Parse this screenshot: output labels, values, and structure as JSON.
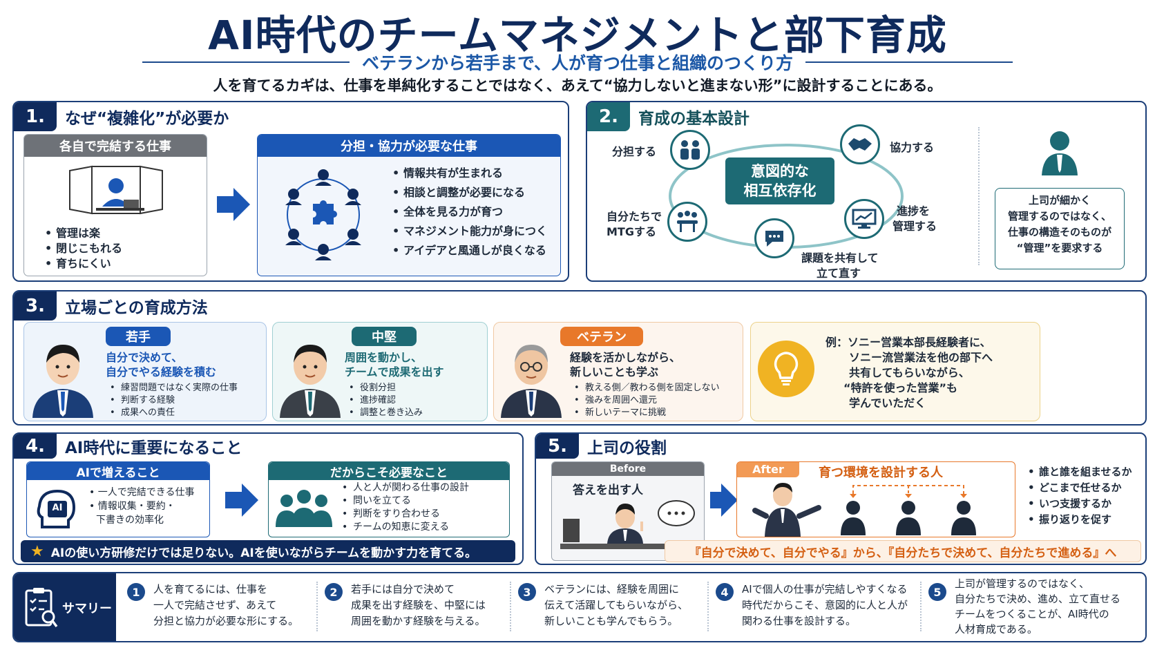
{
  "header": {
    "title": "AI時代のチームマネジメントと部下育成",
    "subtitle": "ベテランから若手まで、人が育つ仕事と組織のつくり方",
    "intro": "人を育てるカギは、仕事を単純化することではなく、あえて“協力しないと進まない形”に設計することにある。"
  },
  "section1": {
    "num": "1.",
    "title": "なぜ“複雑化”が必要か",
    "left_head": "各自で完結する仕事",
    "left_items": [
      "管理は楽",
      "閉じこもれる",
      "育ちにくい"
    ],
    "right_head": "分担・協力が必要な仕事",
    "right_items": [
      "情報共有が生まれる",
      "相談と調整が必要になる",
      "全体を見る力が育つ",
      "マネジメント能力が身につく",
      "アイデアと風通しが良くなる"
    ]
  },
  "section2": {
    "num": "2.",
    "title": "育成の基本設計",
    "center_line1": "意図的な",
    "center_line2": "相互依存化",
    "labels": {
      "share": "分担する",
      "cooperate": "協力する",
      "mtg_1": "自分たちで",
      "mtg_2": "MTGする",
      "progress_1": "進捗を",
      "progress_2": "管理する",
      "issue_1": "課題を共有して",
      "issue_2": "立て直す"
    },
    "boss_text": [
      "上司が細かく",
      "管理するのではなく、",
      "仕事の構造そのものが",
      "“管理”を要求する"
    ]
  },
  "section3": {
    "num": "3.",
    "title": "立場ごとの育成方法",
    "cards": [
      {
        "tag": "若手",
        "title1": "自分で決めて、",
        "title2": "自分でやる経験を積む",
        "items": [
          "練習問題ではなく実際の仕事",
          "判断する経験",
          "成果への責任"
        ]
      },
      {
        "tag": "中堅",
        "title1": "周囲を動かし、",
        "title2": "チームで成果を出す",
        "items": [
          "役割分担",
          "進捗確認",
          "調整と巻き込み"
        ]
      },
      {
        "tag": "ベテラン",
        "title1": "経験を活かしながら、",
        "title2": "新しいことも学ぶ",
        "items": [
          "教える側／教わる側を固定しない",
          "強みを周囲へ還元",
          "新しいテーマに挑戦"
        ]
      }
    ],
    "example": [
      "例：ソニー営業本部長経験者に、",
      "ソニー流営業法を他の部下へ",
      "共有してもらいながら、",
      "“特許を使った営業”も",
      "学んでいただく"
    ]
  },
  "section4": {
    "num": "4.",
    "title": "AI時代に重要になること",
    "left_head": "AIで増えること",
    "ai_label": "AI",
    "left_items": [
      "一人で完結できる仕事",
      "情報収集・要約・",
      "下書きの効率化"
    ],
    "right_head": "だからこそ必要なこと",
    "right_items": [
      "人と人が関わる仕事の設計",
      "問いを立てる",
      "判断をすり合わせる",
      "チームの知恵に変える"
    ],
    "banner": "AIの使い方研修だけでは足りない。AIを使いながらチームを動かす力を育てる。"
  },
  "section5": {
    "num": "5.",
    "title": "上司の役割",
    "before_tag": "Before",
    "before_text": "答えを出す人",
    "after_tag": "After",
    "after_text": "育つ環境を設計する人",
    "list": [
      "誰と誰を組ませるか",
      "どこまで任せるか",
      "いつ支援するか",
      "振り返りを促す"
    ],
    "banner": "『自分で決めて、自分でやる』から、『自分たちで決めて、自分たちで進める』へ"
  },
  "summary": {
    "label": "サマリー",
    "items": [
      {
        "n": "1",
        "lines": [
          "人を育てるには、仕事を",
          "一人で完結させず、あえて",
          "分担と協力が必要な形にする。"
        ]
      },
      {
        "n": "2",
        "lines": [
          "若手には自分で決めて",
          "成果を出す経験を、中堅には",
          "周囲を動かす経験を与える。"
        ]
      },
      {
        "n": "3",
        "lines": [
          "ベテランには、経験を周囲に",
          "伝えて活躍してもらいながら、",
          "新しいことも学んでもらう。"
        ]
      },
      {
        "n": "4",
        "lines": [
          "AIで個人の仕事が完結しやすくなる",
          "時代だからこそ、意図的に人と人が",
          "関わる仕事を設計する。"
        ]
      },
      {
        "n": "5",
        "lines": [
          "上司が管理するのではなく、",
          "自分たちで決め、進め、立て直せる",
          "チームをつくることが、AI時代の",
          "人材育成である。"
        ]
      }
    ]
  }
}
